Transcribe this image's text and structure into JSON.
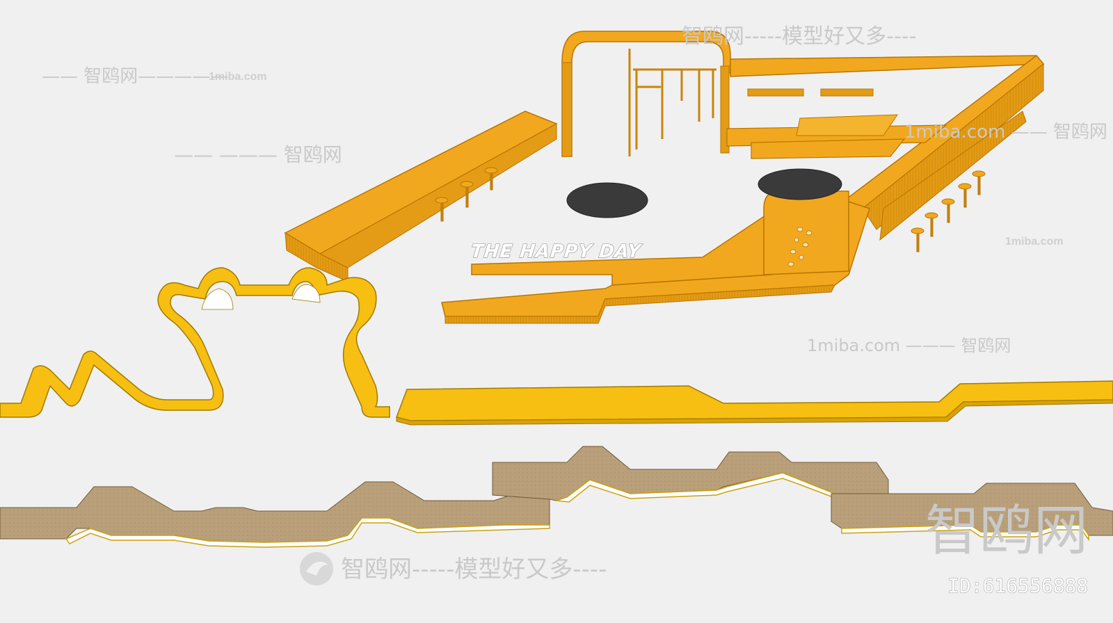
{
  "sign": {
    "text": "THE HAPPY DAY"
  },
  "watermarks": {
    "brand_long_top": "智鸥网-----模型好又多----",
    "brand_left": "—— 智鸥网—————",
    "site_top": "1miba.com",
    "brand_mid_left": "—— ——— 智鸥网",
    "brand_right_top": "1miba.com —— 智鸥网",
    "site_right": "1miba.com",
    "brand_bottom": "智鸥网-----模型好又多----",
    "brand_big": "智鸥网",
    "site_bottom_right": "1miba.com ——— 智鸥网",
    "id_label": "ID:616556888"
  },
  "colors": {
    "background": "#f0f0f0",
    "orange": "#f2a81e",
    "orange_dark": "#d98c0c",
    "yellow": "#f7bf12",
    "tan": "#b9a07a",
    "black_stone": "#333333"
  }
}
